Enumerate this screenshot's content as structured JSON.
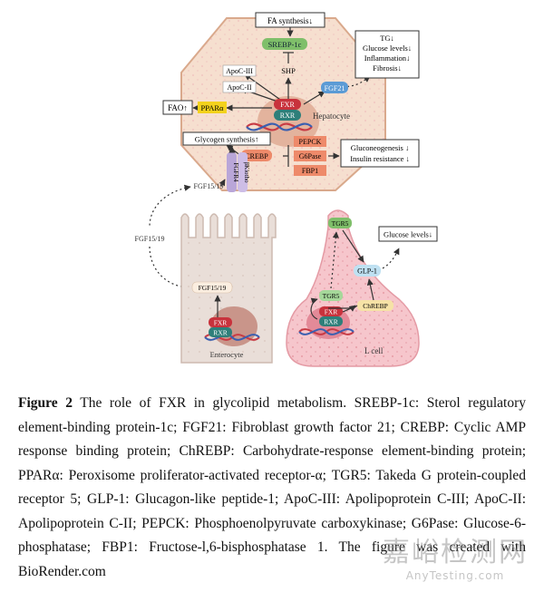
{
  "figure": {
    "top_boxes": {
      "fa_synthesis": "FA synthesis↓",
      "tg_box": [
        "TG↓",
        "Glucose levels↓",
        "Inflammation↓",
        "Fibrosis↓"
      ],
      "fao": "FAO↑",
      "glycogen": "Glycogen synthesis↑",
      "gluconeo_box": [
        "Gluconeogenesis ↓",
        "Insulin resistance ↓"
      ],
      "glucose_levels": "Glucose levels↓"
    },
    "hepatocyte": {
      "label": "Hepatocyte",
      "srebp": "SREBP-1c",
      "apoc3": "ApoC-III",
      "apoc2": "ApoC-II",
      "shp": "SHP",
      "fgf21": "FGF21",
      "ppara": "PPARα",
      "fxr": "FXR",
      "rxr": "RXR",
      "crebp": "CREBP",
      "pepck": "PEPCK",
      "g6pase": "G6Pase",
      "fbp1": "FBP1"
    },
    "receptor": {
      "fgfr4": "FGFR4",
      "klotho": "βKlotho"
    },
    "fgf_labels": {
      "top": "FGF15/19",
      "side": "FGF15/19",
      "cell": "FGF15/19"
    },
    "enterocyte": {
      "label": "Enterocyte",
      "fxr": "FXR",
      "rxr": "RXR"
    },
    "lcell": {
      "label": "L cell",
      "tgr5_top": "TGR5",
      "tgr5_mid": "TGR5",
      "glp1": "GLP-1",
      "chrebp": "ChREBP",
      "fxr": "FXR",
      "rxr": "RXR"
    }
  },
  "caption": {
    "label": "Figure 2",
    "text": " The role of FXR in glycolipid metabolism. SREBP-1c: Sterol regulatory element-binding protein-1c; FGF21: Fibroblast growth factor 21; CREBP: Cyclic AMP response binding protein; ChREBP: Carbohydrate-response element-binding protein; PPARα: Peroxisome proliferator-activated receptor-α; TGR5: Takeda G protein-coupled receptor 5; GLP-1: Glucagon-like peptide-1; ApoC-III: Apolipoprotein C-III; ApoC-II: Apolipoprotein C-II; PEPCK: Phosphoenolpyruvate carboxykinase; G6Pase: Glucose-6-phosphatase; FBP1: Fructose-l,6-bisphosphatase 1. The figure was created with BioRender.com"
  },
  "watermark": {
    "main": "嘉峪检测网",
    "sub": "AnyTesting.com"
  },
  "colors": {
    "hepatocyte_fill": "#f6dfcf",
    "hepatocyte_stroke": "#d9a98c",
    "enterocyte_fill": "#e9ded8",
    "lcell_fill": "#f6c6cc",
    "fxr_red": "#c8323c",
    "rxr_teal": "#2e7f7a",
    "srebp_green": "#7fbf6a",
    "fgf21_blue": "#5b9bd5",
    "ppara_yellow": "#f3d21c",
    "creb_orange": "#ee8a6a"
  }
}
